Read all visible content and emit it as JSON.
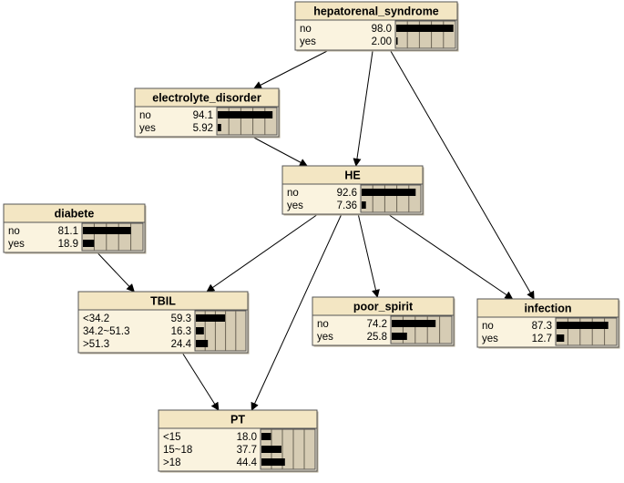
{
  "network": {
    "colors": {
      "header_fill": "#f3e6c3",
      "body_fill": "#faf3df",
      "meter_fill": "#d6ccb4",
      "bar_fill": "#000000",
      "border": "#555555"
    },
    "nodes": [
      {
        "id": "hepatorenal_syndrome",
        "title": "hepatorenal_syndrome",
        "states": [
          {
            "label": "no",
            "value": "98.0",
            "p": 98.0
          },
          {
            "label": "yes",
            "value": "2.00",
            "p": 2.0
          }
        ]
      },
      {
        "id": "electrolyte_disorder",
        "title": "electrolyte_disorder",
        "states": [
          {
            "label": "no",
            "value": "94.1",
            "p": 94.1
          },
          {
            "label": "yes",
            "value": "5.92",
            "p": 5.92
          }
        ]
      },
      {
        "id": "HE",
        "title": "HE",
        "states": [
          {
            "label": "no",
            "value": "92.6",
            "p": 92.6
          },
          {
            "label": "yes",
            "value": "7.36",
            "p": 7.36
          }
        ]
      },
      {
        "id": "diabete",
        "title": "diabete",
        "states": [
          {
            "label": "no",
            "value": "81.1",
            "p": 81.1
          },
          {
            "label": "yes",
            "value": "18.9",
            "p": 18.9
          }
        ]
      },
      {
        "id": "TBIL",
        "title": "TBIL",
        "states": [
          {
            "label": "<34.2",
            "value": "59.3",
            "p": 59.3
          },
          {
            "label": "34.2~51.3",
            "value": "16.3",
            "p": 16.3
          },
          {
            "label": ">51.3",
            "value": "24.4",
            "p": 24.4
          }
        ]
      },
      {
        "id": "poor_spirit",
        "title": "poor_spirit",
        "states": [
          {
            "label": "no",
            "value": "74.2",
            "p": 74.2
          },
          {
            "label": "yes",
            "value": "25.8",
            "p": 25.8
          }
        ]
      },
      {
        "id": "infection",
        "title": "infection",
        "states": [
          {
            "label": "no",
            "value": "87.3",
            "p": 87.3
          },
          {
            "label": "yes",
            "value": "12.7",
            "p": 12.7
          }
        ]
      },
      {
        "id": "PT",
        "title": "PT",
        "states": [
          {
            "label": "<15",
            "value": "18.0",
            "p": 18.0
          },
          {
            "label": "15~18",
            "value": "37.7",
            "p": 37.7
          },
          {
            "label": ">18",
            "value": "44.4",
            "p": 44.4
          }
        ]
      }
    ],
    "edges": [
      {
        "from": "hepatorenal_syndrome",
        "to": "electrolyte_disorder"
      },
      {
        "from": "hepatorenal_syndrome",
        "to": "HE"
      },
      {
        "from": "hepatorenal_syndrome",
        "to": "infection"
      },
      {
        "from": "electrolyte_disorder",
        "to": "HE"
      },
      {
        "from": "HE",
        "to": "TBIL"
      },
      {
        "from": "HE",
        "to": "PT"
      },
      {
        "from": "HE",
        "to": "poor_spirit"
      },
      {
        "from": "HE",
        "to": "infection"
      },
      {
        "from": "diabete",
        "to": "TBIL"
      },
      {
        "from": "TBIL",
        "to": "PT"
      }
    ]
  }
}
